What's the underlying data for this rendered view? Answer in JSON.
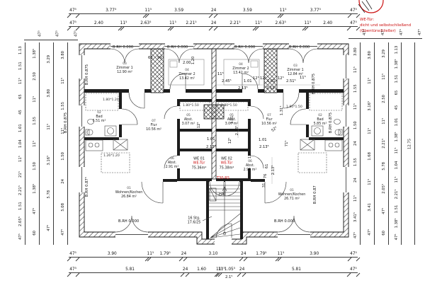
{
  "colors": {
    "accent_red": "#cc1111",
    "line": "#1a1a1a",
    "hatch": "#555555"
  },
  "note": {
    "title": "WE-Tür:",
    "line2": "dicht und selbstschließend",
    "line3": "(Obentürschließer)"
  },
  "we": {
    "we01": {
      "id": "WE 01",
      "door": "WE-Tür",
      "area": "75.36m²"
    },
    "we02": {
      "id": "WE 02",
      "door": "WE-Tür",
      "area": "75.38m²"
    }
  },
  "stair_note": {
    "line1": "16 Stg.",
    "line2": "17.6/25"
  },
  "marks": {
    "t30": "T30-RS",
    "ha": "HA",
    "bottom_extra": "2.1⁵"
  },
  "rooms": [
    {
      "num": "03",
      "name": "Zimmer 1",
      "area": "12.90 m²"
    },
    {
      "num": "04",
      "name": "Zimmer 2",
      "area": "13.42 m²"
    },
    {
      "num": "02",
      "name": "Bad",
      "area": "5.51 m²"
    },
    {
      "num": "07",
      "name": "Flur",
      "area": "10.56 m²"
    },
    {
      "num": "05",
      "name": "Abst.",
      "area": "3.07 m²"
    },
    {
      "num": "06",
      "name": "Abst.",
      "area": "2.91 m²"
    },
    {
      "num": "01",
      "name": "Wohnen/Kochen",
      "area": "26.84 m²"
    },
    {
      "num": "04",
      "name": "Zimmer 2",
      "area": "13.42 m²"
    },
    {
      "num": "03",
      "name": "Zimmer 1",
      "area": "12.84 m²"
    },
    {
      "num": "02",
      "name": "Bad",
      "area": "5.85 m²"
    },
    {
      "num": "07",
      "name": "Flur",
      "area": "10.56 m²"
    },
    {
      "num": "05",
      "name": "Abst.",
      "area": "3.07 m²"
    },
    {
      "num": "06",
      "name": "Abst.",
      "area": "2.91 m²"
    },
    {
      "num": "01",
      "name": "Wohnen/Kochen",
      "area": "26.71 m²"
    }
  ],
  "brh": [
    "B.RH 0.000",
    "B.RH 0.000",
    "B.RH 0.000",
    "B.RH 0.000",
    "B.RH 0.000",
    "B.RH 0.000",
    "B.RH 0.875",
    "B.RH 0.875",
    "B.RH 0.875",
    "B.RH 0.875",
    "B.RH 0.87⁵",
    "B.RH 0.87"
  ],
  "fixture_dims": [
    "1.80*1.20",
    "1.80*1.50",
    "1.80*1.50",
    "1.80*1.50",
    "1.26*1.20"
  ],
  "inner_dims": [
    "60",
    "99",
    "2.00",
    "1.20",
    "11⁵",
    "2.45⁵",
    "1.01",
    "12⁵",
    "12⁵",
    "1.01",
    "12⁵",
    "2.51⁵",
    "11⁵",
    "2.13⁵",
    "2.13⁵",
    "1.01",
    "2.13⁵",
    "12⁵",
    "52⁵",
    "1.01",
    "2.13⁵",
    "12⁵",
    "61",
    "76",
    "31",
    "2.13⁵",
    "1.31⁵",
    "71⁵",
    "1.01",
    "2.13⁵",
    "12⁵"
  ],
  "chains": {
    "top1": [
      "47⁵",
      "3.77⁵",
      "11⁵",
      "3.59",
      "24",
      "3.59",
      "11⁵",
      "3.77⁵",
      "47⁵"
    ],
    "top2": [
      "47⁵",
      "2.40",
      "11⁵",
      "2.63⁵",
      "11⁵",
      "2.21⁵",
      "24",
      "2.21⁵",
      "11⁵",
      "2.63⁵",
      "11⁵",
      "2.40",
      "47⁵"
    ],
    "bottom1": [
      "47⁵",
      "3.90",
      "11⁵",
      "1.79⁵",
      "24",
      "3.10",
      "24",
      "1.79⁵",
      "11⁵",
      "3.90",
      "47⁵"
    ],
    "bottom2": [
      "47⁵",
      "5.81",
      "24",
      "1.60",
      "11⁵",
      "11⁵",
      "1.05⁵",
      "24",
      "5.81",
      "47⁵"
    ],
    "left": [
      [
        "1.13",
        "1.51",
        "11⁵",
        "65",
        "45",
        "1.01",
        "1.04",
        "11⁵",
        "21⁵",
        "2.21⁵",
        "1.51",
        "2.05⁵",
        "47⁵"
      ],
      [
        "1.38⁵",
        "2.50",
        "11⁵",
        "1.55",
        "11⁵",
        "1.50",
        "1.38⁵",
        "47⁵",
        "60"
      ],
      [
        "3.29",
        "3.80",
        "11⁵",
        "3.16⁵",
        "5.78",
        "47⁵"
      ],
      [
        "3.80",
        "11⁵",
        "1.55",
        "11⁵",
        "1.50",
        "24",
        "5.08",
        "47⁵"
      ]
    ],
    "right": [
      [
        "3.80",
        "11⁵",
        "1.55",
        "11⁵",
        "1.50",
        "24",
        "1.55",
        "24",
        "11⁵",
        "3.41⁵",
        "47⁵"
      ],
      [
        "3.80",
        "11⁵",
        "3.16⁵",
        "11⁵",
        "1.68",
        "11⁵",
        "3.41",
        "47⁵"
      ],
      [
        "3.29",
        "11⁵",
        "2.50",
        "11⁵",
        "2.21⁵",
        "5.78",
        "2.05⁵",
        "47⁵",
        "60"
      ],
      [
        "1.13",
        "1.38⁵",
        "1.51",
        "65",
        "45",
        "1.01",
        "1.38⁵",
        "11⁵",
        "1.04",
        "11⁵",
        "2.21⁵",
        "1.51",
        "1.38⁵",
        "47⁵"
      ],
      [
        "12.75"
      ]
    ],
    "mini_left": [
      "47⁵",
      "47⁵",
      "47⁵"
    ],
    "mini_right": [
      "47⁵",
      "47⁵",
      "47⁵",
      "47⁵"
    ]
  }
}
